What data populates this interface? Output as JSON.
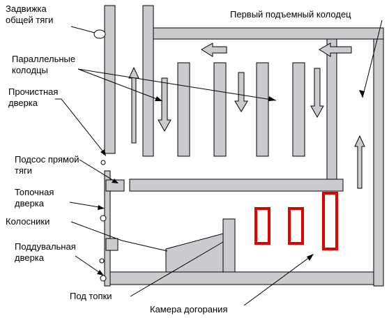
{
  "labels": {
    "damper_line1": "Задвижка",
    "damper_line2": "общей тяги",
    "first_well": "Первый подъемный колодец",
    "parallel_line1": "Параллельные",
    "parallel_line2": "колодцы",
    "cleaning_line1": "Прочистная",
    "cleaning_line2": "дверка",
    "suction_line1": "Подсос прямой",
    "suction_line2": "тяги",
    "firebox_door_line1": "Топочная",
    "firebox_door_line2": "дверка",
    "grates": "Колосники",
    "ash_door_line1": "Поддувальная",
    "ash_door_line2": "дверка",
    "hearth": "Под топки",
    "afterburn": "Камера догорания"
  },
  "colors": {
    "wall_fill": "#c9cbcf",
    "outline": "#000000",
    "afterburn_marker": "#e00000"
  }
}
